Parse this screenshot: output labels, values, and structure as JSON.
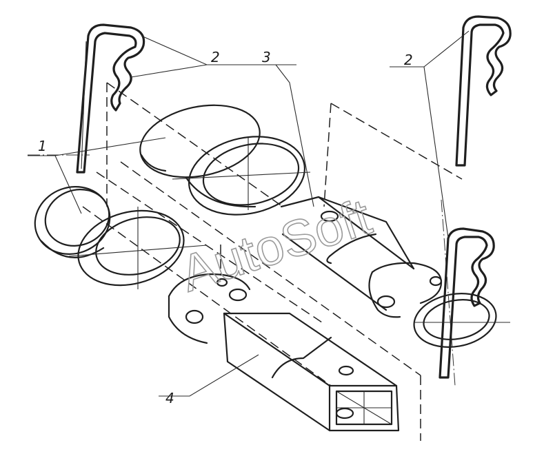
{
  "callouts": [
    {
      "id": "label-1",
      "text": "1"
    },
    {
      "id": "label-2a",
      "text": "2"
    },
    {
      "id": "label-3",
      "text": "3"
    },
    {
      "id": "label-2b",
      "text": "2"
    },
    {
      "id": "label-4",
      "text": "4"
    }
  ],
  "watermark": "AutoSoft",
  "colors": {
    "ink": "#1f1f1f",
    "paper": "#ffffff",
    "watermark": "#9a9a9a"
  }
}
